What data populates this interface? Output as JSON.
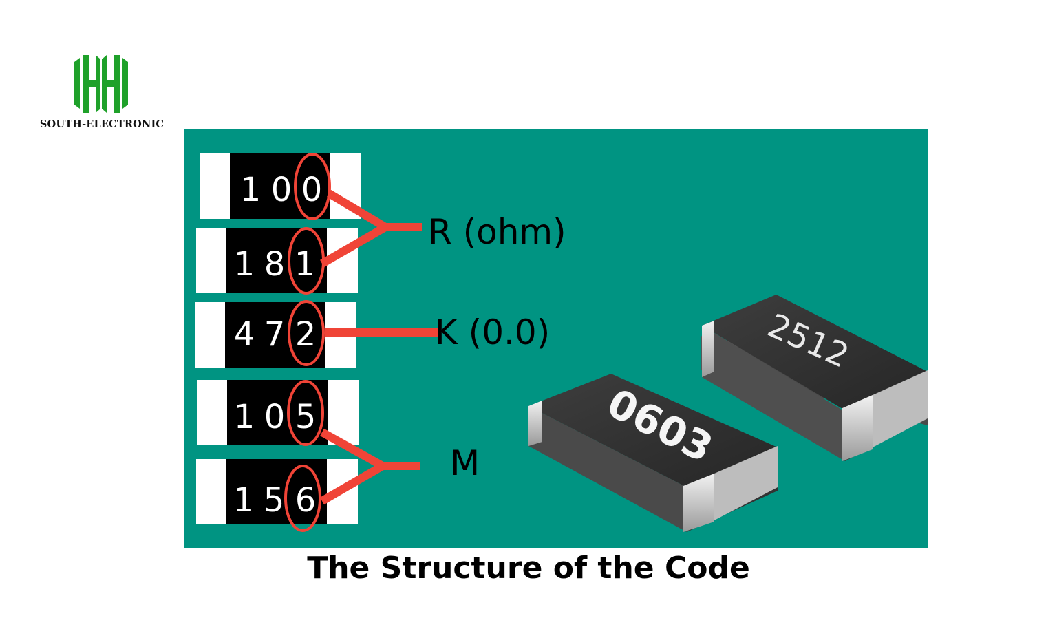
{
  "logo": {
    "text": "SOUTH-ELECTRONIC",
    "color": "#1fa12a"
  },
  "panel_color": "#009482",
  "highlight_color": "#f04437",
  "codes": [
    {
      "digits": [
        "1",
        "0",
        "0"
      ],
      "multiplier_digit": "0"
    },
    {
      "digits": [
        "1",
        "8",
        "1"
      ],
      "multiplier_digit": "1"
    },
    {
      "digits": [
        "4",
        "7",
        "2"
      ],
      "multiplier_digit": "2"
    },
    {
      "digits": [
        "1",
        "0",
        "5"
      ],
      "multiplier_digit": "5"
    },
    {
      "digits": [
        "1",
        "5",
        "6"
      ],
      "multiplier_digit": "6"
    }
  ],
  "labels": {
    "r": "R (ohm)",
    "k": "K (0.0)",
    "m": "M"
  },
  "chips": {
    "small": "0603",
    "large": "2512"
  },
  "caption": "The Structure of the Code"
}
